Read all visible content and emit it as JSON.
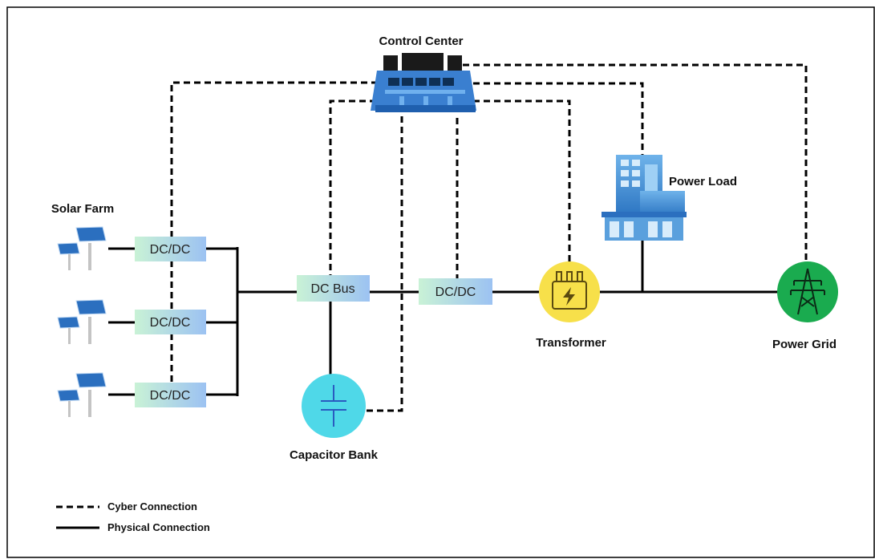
{
  "nodes": {
    "control_center": "Control Center",
    "solar_farm": "Solar Farm",
    "power_load": "Power Load",
    "transformer": "Transformer",
    "power_grid": "Power Grid",
    "capacitor_bank": "Capacitor Bank"
  },
  "converters": {
    "dcdc_1": "DC/DC",
    "dcdc_2": "DC/DC",
    "dcdc_3": "DC/DC",
    "dc_bus": "DC Bus",
    "dcdc_main": "DC/DC"
  },
  "legend": {
    "cyber": "Cyber Connection",
    "physical": "Physical Connection"
  },
  "colors": {
    "converter_fill_start": "#c9f2d6",
    "converter_fill_end": "#9cc2f2",
    "capacitor": "#4fd8e8",
    "transformer": "#f7e04a",
    "power_grid": "#1aab4f",
    "control_center": "#3a7fd0"
  }
}
